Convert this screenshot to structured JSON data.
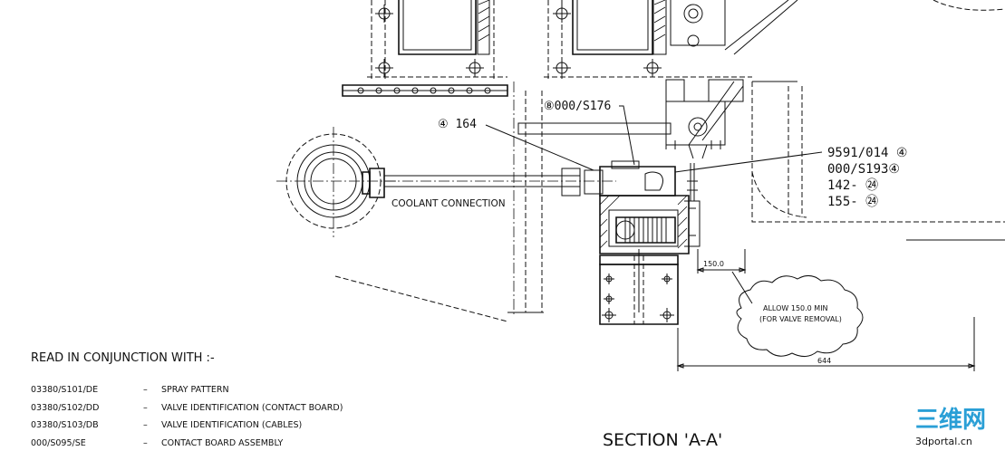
{
  "callouts": {
    "ref_000_s176": "⑧000/S176",
    "ref_164": "④ 164",
    "ref_9591_014": "9591/014 ④",
    "ref_000_s193": "000/S193④",
    "ref_142": "142- ㉔",
    "ref_155": "155- ㉔",
    "coolant_connection": "COOLANT CONNECTION",
    "note_allow_line1": "ALLOW 150.0 MIN",
    "note_allow_line2": "(FOR VALVE REMOVAL)"
  },
  "dimensions": {
    "dim_150": "150.0",
    "dim_644": "644"
  },
  "notes": {
    "heading": "READ IN CONJUNCTION WITH :-",
    "references": [
      {
        "drawing": "03380/S101/DE",
        "sep": "–",
        "title": "SPRAY PATTERN"
      },
      {
        "drawing": "03380/S102/DD",
        "sep": "–",
        "title": "VALVE IDENTIFICATION (CONTACT BOARD)"
      },
      {
        "drawing": "03380/S103/DB",
        "sep": "–",
        "title": "VALVE IDENTIFICATION (CABLES)"
      },
      {
        "drawing": "000/S095/SE",
        "sep": "–",
        "title": "CONTACT BOARD ASSEMBLY"
      }
    ]
  },
  "section_label": "SECTION 'A-A'",
  "watermark": {
    "logo": "三维网",
    "url": "3dportal.cn",
    "color": "#2a9fd6"
  }
}
